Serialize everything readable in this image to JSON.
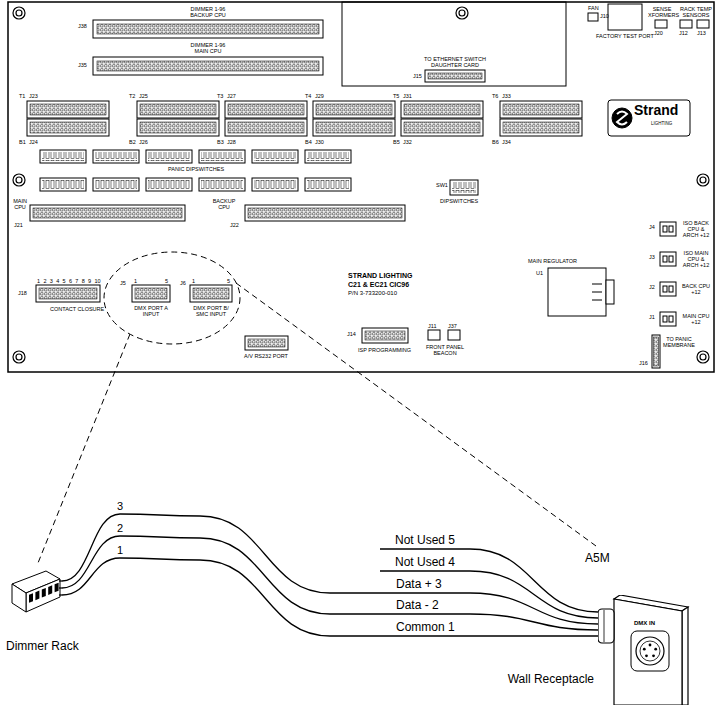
{
  "diagram": {
    "nodes": [
      {
        "text": [
          "Dimmer Rack"
        ]
      },
      {
        "text": [
          "DMX IN",
          "Wall Receptacle"
        ]
      }
    ],
    "edges": [
      {
        "from": 0,
        "to": 1,
        "arrow": "none",
        "label": "Data + 3"
      },
      {
        "from": 0,
        "to": 1,
        "arrow": "none",
        "label": "Data - 2"
      },
      {
        "from": 0,
        "to": 1,
        "arrow": "none",
        "label": "Common 1"
      }
    ],
    "labels": [
      "DIMMER 1-96",
      "BACKUP CPU",
      "J38",
      "DIMMER 1-96",
      "MAIN CPU",
      "J35",
      "TO ETHERNET SWITCH DAUGHTER CARD",
      "J15",
      "FAN",
      "J10",
      "FACTORY TEST PORT",
      "SENSE XFORMERS",
      "RACK TEMP SENSORS",
      "J20",
      "J12",
      "J13",
      "T1",
      "J23",
      "B1",
      "J24",
      "T2",
      "J25",
      "B2",
      "J26",
      "T3",
      "J27",
      "B3",
      "J28",
      "T4",
      "J29",
      "B4",
      "J30",
      "T5",
      "J31",
      "B5",
      "J32",
      "T6",
      "J33",
      "B6",
      "J34",
      "Strand",
      "LIGHTING",
      "PANIC DIPSWITCHES",
      "MAIN CPU",
      "J21",
      "BACKUP CPU",
      "J22",
      "SW1",
      "DIPSWITCHES",
      "J4",
      "ISO BACK CPU & ARCH +12",
      "J3",
      "ISO MAIN CPU & ARCH +12",
      "J2",
      "BACK CPU +12",
      "J1",
      "MAIN CPU +12",
      "MAIN REGULATOR",
      "U1",
      "STRAND LIGHTING",
      "C21 & EC21 CIC96",
      "P/N 3-733200-010",
      "J18",
      "1 2 3 4 5 6 7 8 9 10",
      "CONTACT CLOSURE",
      "J5",
      "1",
      "5",
      "DMX PORT A INPUT",
      "J6",
      "1",
      "5",
      "DMX PORT B/ SMC INPUT",
      "A/V RS232 PORT",
      "J14",
      "ISP PROGRAMMING",
      "J11",
      "J37",
      "FRONT PANEL BEACON",
      "J16",
      "TO PANIC MEMBRANE",
      "3",
      "2",
      "1",
      "Not Used 5",
      "Not Used 4",
      "A5M"
    ]
  }
}
